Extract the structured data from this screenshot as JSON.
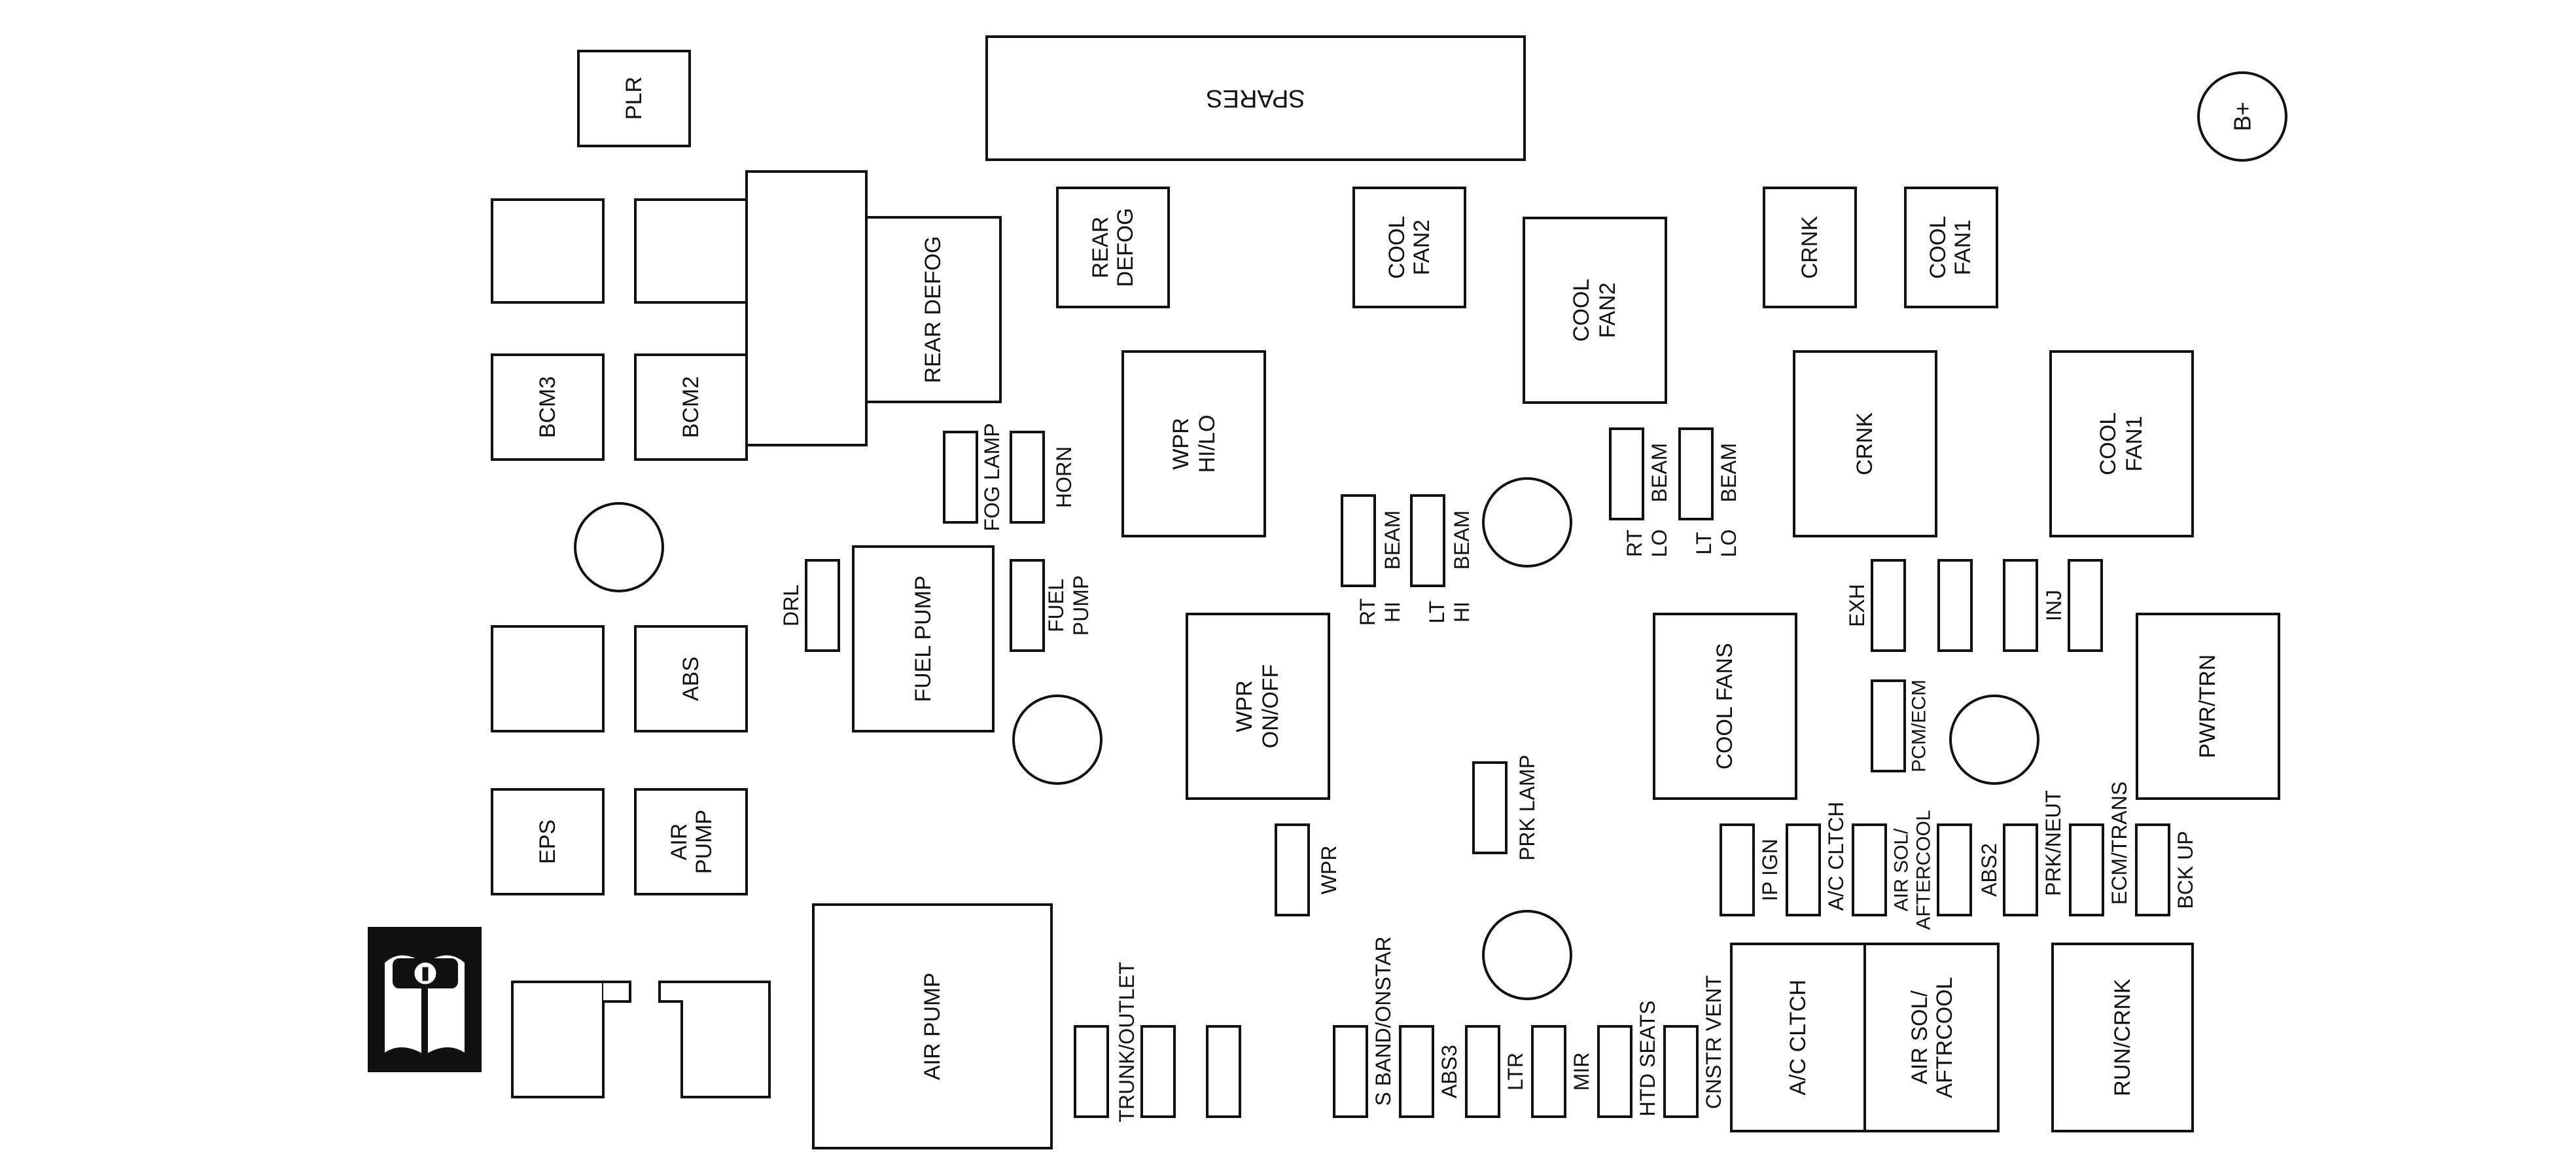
{
  "labels": {
    "plr": "PLR",
    "spares": "SPARES",
    "b_plus": "B+",
    "rear_defog_large": "REAR DEFOG",
    "rear_defog_small": [
      "REAR",
      "DEFOG"
    ],
    "cool_fan2_small": [
      "COOL",
      "FAN2"
    ],
    "cool_fan2_large": [
      "COOL",
      "FAN2"
    ],
    "crnk_small": "CRNK",
    "cool_fan1_small": [
      "COOL",
      "FAN1"
    ],
    "bcm3": "BCM3",
    "bcm2": "BCM2",
    "fog_lamp": "FOG LAMP",
    "horn": "HORN",
    "wpr_hi_lo": [
      "WPR",
      "HI/LO"
    ],
    "rt_hi_beam": [
      "RT",
      "HI",
      "BEAM"
    ],
    "lt_hi_beam": [
      "LT",
      "HI",
      "BEAM"
    ],
    "rt_lo_beam": [
      "RT",
      "LO",
      "BEAM"
    ],
    "lt_lo_beam": [
      "LT",
      "LO",
      "BEAM"
    ],
    "crnk_large": "CRNK",
    "cool_fan1_large": [
      "COOL",
      "FAN1"
    ],
    "drl": "DRL",
    "fuel_pump_relay": "FUEL PUMP",
    "fuel_pump_fuse": [
      "FUEL",
      "PUMP"
    ],
    "abs": "ABS",
    "wpr_on_off": [
      "WPR",
      "ON/OFF"
    ],
    "cool_fans": "COOL FANS",
    "exh": "EXH",
    "inj": "INJ",
    "pcm_ecm": "PCM/ECM",
    "pwr_trn": "PWR/TRN",
    "prk_lamp": "PRK LAMP",
    "eps": "EPS",
    "air_pump_small": [
      "AIR",
      "PUMP"
    ],
    "wpr": "WPR",
    "ip_ign": "IP IGN",
    "ac_cltch_fuse": "A/C CLTCH",
    "air_sol_aftercool": [
      "AIR SOL/",
      "AFTERCOOL"
    ],
    "abs2": "ABS2",
    "prk_neut": "PRK/NEUT",
    "ecm_trans": "ECM/TRANS",
    "bck_up": "BCK UP",
    "air_pump_large": "AIR PUMP",
    "trunk_outlet": "TRUNK/OUTLET",
    "s_band_onstar": "S BAND/ONSTAR",
    "abs3": "ABS3",
    "ltr": "LTR",
    "mir": "MIR",
    "htd_seats": "HTD SEATS",
    "cnstr_vent": "CNSTR VENT",
    "ac_cltch_relay": "A/C CLTCH",
    "air_sol_aftrcool": [
      "AIR SOL/",
      "AFTRCOOL"
    ],
    "run_crnk": "RUN/CRNK"
  },
  "icons": {
    "manual": "owner-manual-info-icon"
  }
}
